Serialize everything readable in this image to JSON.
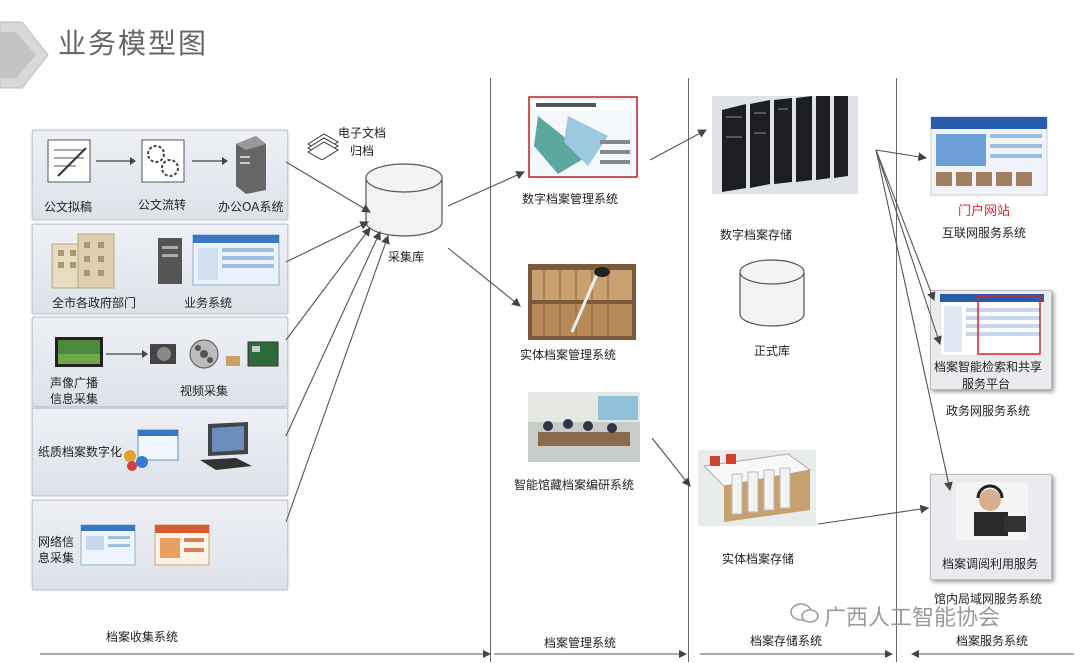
{
  "header": {
    "title": "业务模型图"
  },
  "collection": {
    "panel1": {
      "step1": "公文拟稿",
      "step2": "公文流转",
      "step3": "办公OA系统"
    },
    "panel2": {
      "left": "全市各政府部门",
      "right": "业务系统"
    },
    "panel3": {
      "left_line1": "声像广播",
      "left_line2": "信息采集",
      "right": "视频采集"
    },
    "panel4": {
      "label": "纸质档案数字化"
    },
    "panel5": {
      "line1": "网络信",
      "line2": "息采集"
    },
    "edoc_line1": "电子文档",
    "edoc_line2": "归档",
    "db_label": "采集库",
    "footer": "档案收集系统"
  },
  "management": {
    "digital": "数字档案管理系统",
    "physical": "实体档案管理系统",
    "smart": "智能馆藏档案编研系统",
    "footer": "档案管理系统"
  },
  "storage": {
    "digital": "数字档案存储",
    "formal": "正式库",
    "physical": "实体档案存储",
    "footer": "档案存储系统"
  },
  "service": {
    "portal_label": "门户网站",
    "internet": "互联网服务系统",
    "search_line1": "档案智能检索和共享",
    "search_line2": "服务平台",
    "gov": "政务网服务系统",
    "consult": "档案调阅利用服务",
    "lan": "馆内局域网服务系统",
    "footer": "档案服务系统"
  },
  "watermark": "广西人工智能协会",
  "colors": {
    "portal_red": "#e02020",
    "line": "#555555"
  }
}
